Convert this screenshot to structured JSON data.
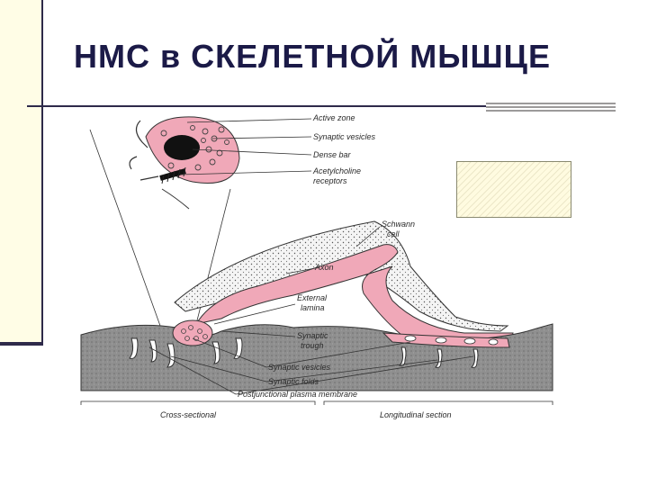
{
  "slide": {
    "title": "НМС в СКЕЛЕТНОЙ МЫШЦЕ"
  },
  "diagram": {
    "labels": {
      "active_zone": "Active zone",
      "synaptic_vesicles_top": "Synaptic vesicles",
      "dense_bar": "Dense bar",
      "ach_receptors_1": "Acetylcholine",
      "ach_receptors_2": "receptors",
      "schwann_1": "Schwann",
      "schwann_2": "cell",
      "axon": "Axon",
      "external_lamina_1": "External",
      "external_lamina_2": "lamina",
      "synaptic_trough_1": "Synaptic",
      "synaptic_trough_2": "trough",
      "synaptic_vesicles_bottom": "Synaptic vesicles",
      "synaptic_folds": "Synaptic folds",
      "postjunctional_membrane": "Postjunctional plasma membrane",
      "cross_sectional": "Cross-sectional",
      "longitudinal_section": "Longitudinal section"
    },
    "colors": {
      "pink": "#f0a8b8",
      "muscle": "#8f8f8f",
      "title": "#1b1a47"
    }
  }
}
